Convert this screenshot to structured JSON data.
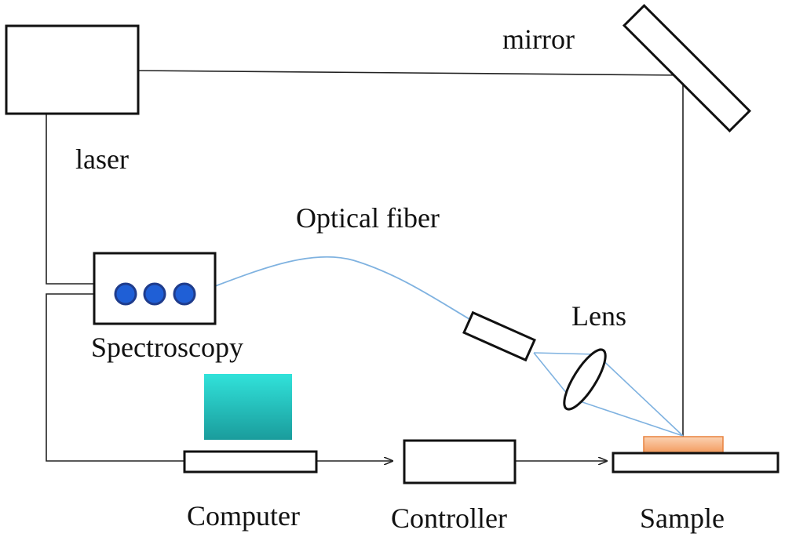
{
  "labels": {
    "laser": "laser",
    "mirror": "mirror",
    "optical_fiber": "Optical fiber",
    "spectroscopy": "Spectroscopy",
    "lens": "Lens",
    "computer": "Computer",
    "controller": "Controller",
    "sample": "Sample"
  },
  "colors": {
    "line": "#222222",
    "fiber": "#7fb2e0",
    "spectro_dots": "#1f5fd6",
    "screen_top": "#2fe0d8",
    "screen_bottom": "#1a9a9a",
    "sample": "#f7a66a"
  }
}
